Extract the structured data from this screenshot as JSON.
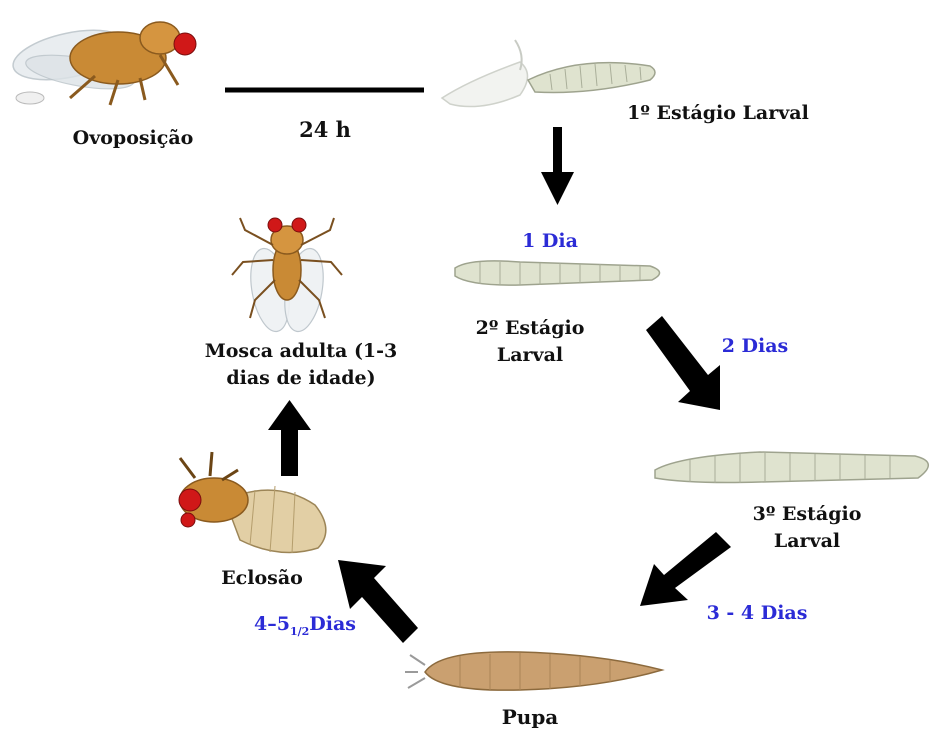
{
  "labels": {
    "oviposition": "Ovoposição",
    "time_24h": "24 h",
    "larva1": "1º Estágio Larval",
    "day1": "1 Dia",
    "larva2_line1": "2º Estágio",
    "larva2_line2": "Larval",
    "days2": "2 Dias",
    "larva3_line1": "3º Estágio",
    "larva3_line2": "Larval",
    "days3_4": "3 - 4 Dias",
    "pupa": "Pupa",
    "eclosion": "Eclosão",
    "days_eclosion_main": "4–5",
    "days_eclosion_sub": "1/2",
    "days_eclosion_unit": "Dias",
    "adult_line1": "Mosca adulta (1-3",
    "adult_line2": "dias de idade)"
  },
  "colors": {
    "blue_text": "#2b2bd6",
    "fly_body": "#c9832a",
    "fly_eye": "#d01818",
    "larva": "#dfe3cf",
    "pupa": "#caa070",
    "arrow": "#000000"
  }
}
